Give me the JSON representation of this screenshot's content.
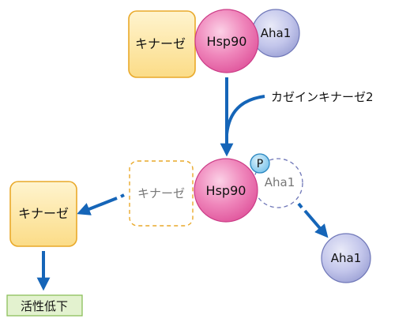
{
  "nodes": {
    "kinase_top": "キナーゼ",
    "hsp90_top": "Hsp90",
    "aha1_top": "Aha1",
    "ck2_label": "カゼインキナーゼ2",
    "kinase_dissociating": "キナーゼ",
    "hsp90_mid": "Hsp90",
    "phospho": "P",
    "aha1_dissociating": "Aha1",
    "kinase_released": "キナーゼ",
    "aha1_released": "Aha1",
    "result": "活性低下"
  },
  "colors": {
    "kinase_fill": "#fde9a7",
    "kinase_stroke": "#e9a92a",
    "hsp90_fill": "#ee7ab4",
    "hsp90_stroke": "#cc3d87",
    "aha1_fill": "#bfc3e8",
    "aha1_stroke": "#6f77b8",
    "p_fill": "#8fd0ef",
    "p_stroke": "#2a86bf",
    "arrow": "#1565b8",
    "result_fill": "#e3f2cf",
    "result_stroke": "#8cbf5a"
  }
}
